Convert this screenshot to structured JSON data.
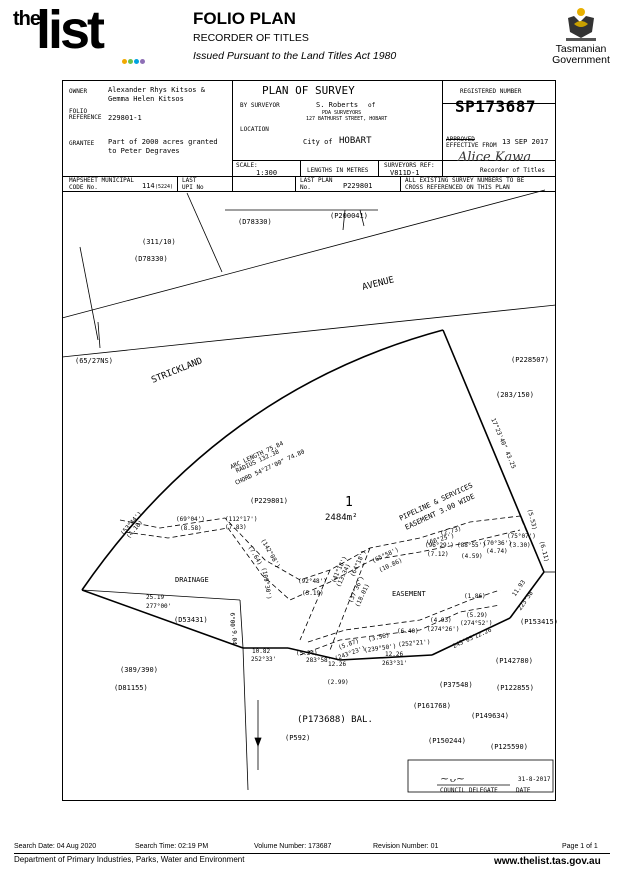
{
  "header": {
    "logo_the": "the",
    "logo_list": "list",
    "logo_dot_colors": [
      "#f2a900",
      "#6cc24a",
      "#00a3e0",
      "#8e6fb6"
    ],
    "title": "FOLIO PLAN",
    "subtitle": "RECORDER OF TITLES",
    "issued": "Issued Pursuant to the Land Titles Act 1980",
    "gov_line1": "Tasmanian",
    "gov_line2": "Government"
  },
  "plan": {
    "owner_label": "OWNER",
    "owner_1": "Alexander Rhys Kitsos &",
    "owner_2": "Gemma Helen Kitsos",
    "folio_label_1": "FOLIO",
    "folio_label_2": "REFERENCE",
    "folio_value": "229801-1",
    "grantee_label": "GRANTEE",
    "grantee_1": "Part of 2000 acres granted",
    "grantee_2": "to Peter Degraves",
    "heading": "PLAN OF SURVEY",
    "by_surveyor": "BY SURVEYOR",
    "surveyor_name": "S. Roberts",
    "of": "of",
    "firm": "PDA SURVEYORS",
    "firm_address": "127 BATHURST STREET, HOBART",
    "location_label": "LOCATION",
    "city": "City of",
    "city_name": "HOBART",
    "reg_label": "REGISTERED NUMBER",
    "reg_number": "SP173687",
    "approved": "APPROVED",
    "effective_from": "EFFECTIVE FROM",
    "effective_date": "13 SEP 2017",
    "signature": "Alice Kawa",
    "recorder": "Recorder of Titles",
    "scale_label": "SCALE:",
    "scale": "1:300",
    "lengths": "LENGTHS IN METRES",
    "surveyors_ref_label": "SURVEYORS REF:",
    "surveyors_ref": "V811D-1",
    "mapsheet_label_1": "MAPSHEET MUNICIPAL",
    "mapsheet_label_2": "CODE No.",
    "mapsheet_value": "114",
    "mapsheet_sub": "(5224)",
    "last_upi_1": "LAST",
    "last_upi_2": "UPI No",
    "last_plan_1": "LAST PLAN",
    "last_plan_2": "No.",
    "last_plan_value": "P229801",
    "survey_note_1": "ALL EXISTING SURVEY NUMBERS TO BE",
    "survey_note_2": "CROSS REFERENCED ON THIS PLAN",
    "council_delegate": "COUNCIL DELEGATE",
    "date_label": "DATE",
    "council_date": "31-8-2017"
  },
  "map_labels": {
    "avenue": "AVENUE",
    "strickland": "STRICKLAND",
    "drainage": "DRAINAGE",
    "easement": "EASEMENT",
    "pipeline_1": "PIPELINE & SERVICES",
    "pipeline_2": "EASEMENT 3.00 WIDE",
    "lot_number": "1",
    "lot_area": "2484m²",
    "arc_1": "ARC LENGTH 75.84",
    "arc_2": "RADIUS 132.38",
    "arc_3": "CHORD 54°27'00\" 74.80",
    "d78330_top": "(D78330)",
    "p200041": "(P200041)",
    "ref_311": "(311/10)",
    "d78330_left": "(D78330)",
    "ref_65": "(65/27NS)",
    "p228507": "(P228507)",
    "ref_283": "(283/150)",
    "p229801": "(P229801)",
    "d53431": "(D53431)",
    "ref_389": "(389/390)",
    "d81155": "(D81155)",
    "p173688": "(P173688) BAL.",
    "p592": "(P592)",
    "p153415": "(P153415)",
    "p142780": "(P142780)",
    "p37548": "(P37548)",
    "p122855": "(P122855)",
    "p161768": "(P161768)",
    "p149634": "(P149634)",
    "p150244": "(P150244)",
    "p125590": "(P125590)",
    "brg_east": "17°23'40\" 43.25",
    "d_25_19": "25.19",
    "b_277": "277°00'",
    "d_9_04": "9.04",
    "b_6": "6°00'",
    "d_10_82": "10.82",
    "b_252": "252°33'",
    "d_12_26a": "12.26",
    "b_283": "283°58'",
    "d_2_99": "(2.99)",
    "d_12_26b": "12.26",
    "b_263": "263°31'",
    "d_12_26c": "12.26",
    "b_243": "243°05'",
    "d_11_93": "11.93",
    "b_223": "223°38'",
    "d_1_86": "(1.86)",
    "d_5_29": "(5.29)",
    "b_274a": "(274°52')",
    "d_4_93": "(4.93)",
    "b_274b": "(274°26')",
    "d_6_40": "(6.40)",
    "d_3_56": "(3.56)",
    "d_5_87": "(5.87)",
    "d_5_24": "(5.24)",
    "b_243b": "(243°23')",
    "b_239": "(239°50')",
    "b_252b": "(252°21')",
    "d_5_53": "(5.53)",
    "d_6_11": "(6.11)",
    "d_3_30": "(3.30)",
    "b_75": "(75°07')",
    "d_4_74": "(4.74)",
    "b_70": "(70°36')",
    "d_4_59": "(4.59)",
    "b_88": "(88°55')",
    "d_7_12": "(7.12)",
    "b_96": "(96°29')",
    "d_2_73": "(2.73)",
    "b_66": "(66°25')",
    "d_10_86": "(10.86)",
    "b_65": "(65°58')",
    "d_18_01": "(18.01)",
    "b_37": "(37°36')",
    "b_64": "(64°18')",
    "d_13_34": "(13.34)",
    "b_41": "(41°18')",
    "d_5_19": "(5.19)",
    "b_92": "(92°48')",
    "d_7_64": "(7.64)",
    "b_109": "(109°30')",
    "b_142": "(142°08')",
    "d_7_83": "(7.83)",
    "b_112": "(112°17')",
    "d_8_58": "(8.58)",
    "b_69": "(69°04')",
    "d_4_18": "(4.18)",
    "b_53": "(53°44')"
  },
  "footer": {
    "search_date": "Search Date: 04 Aug 2020",
    "search_time": "Search Time: 02:19 PM",
    "volume": "Volume Number: 173687",
    "revision": "Revision Number: 01",
    "page": "Page 1 of 1",
    "department": "Department of Primary Industries, Parks, Water and Environment",
    "website": "www.thelist.tas.gov.au"
  }
}
